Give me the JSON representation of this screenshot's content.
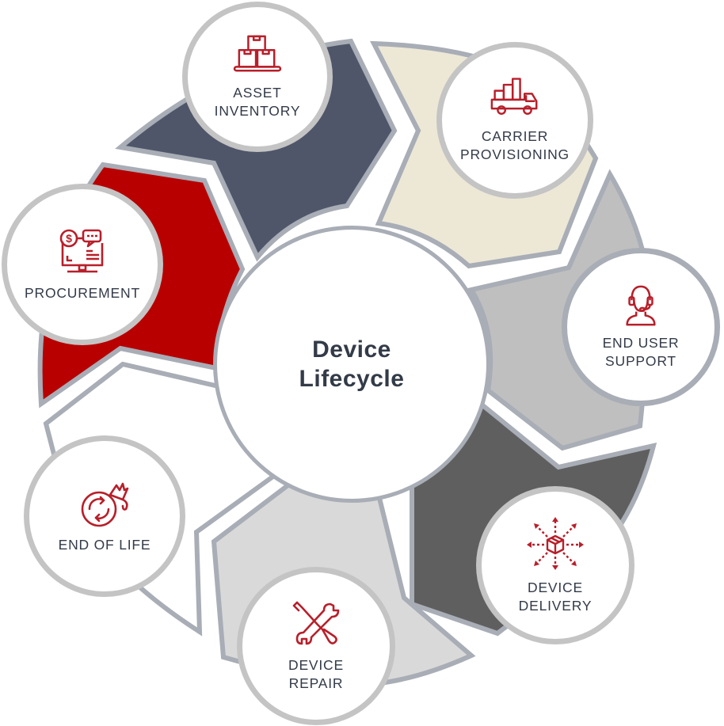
{
  "diagram": {
    "title_line1": "Device",
    "title_line2": "Lifecycle",
    "colors": {
      "accent_icon": "#b81f2a",
      "text": "#333b48",
      "segment_outline": "#a8adb6",
      "circle_border": "#c4c4c4"
    },
    "stages": [
      {
        "id": "asset-inventory",
        "line1": "ASSET",
        "line2": "INVENTORY",
        "icon": "stacked-boxes-icon",
        "segment_color": "#4f5669"
      },
      {
        "id": "carrier-provisioning",
        "line1": "CARRIER",
        "line2": "PROVISIONING",
        "icon": "delivery-truck-icon",
        "segment_color": "#ede8d6"
      },
      {
        "id": "end-user-support",
        "line1": "END USER",
        "line2": "SUPPORT",
        "icon": "headset-agent-icon",
        "segment_color": "#bfbfbf"
      },
      {
        "id": "device-delivery",
        "line1": "DEVICE",
        "line2": "DELIVERY",
        "icon": "box-distribution-icon",
        "segment_color": "#5f5f5f"
      },
      {
        "id": "device-repair",
        "line1": "DEVICE",
        "line2": "REPAIR",
        "icon": "wrench-screwdriver-icon",
        "segment_color": "#d9d9d9"
      },
      {
        "id": "end-of-life",
        "line1": "END OF LIFE",
        "line2": "",
        "icon": "recycle-bag-icon",
        "segment_color": "#ffffff"
      },
      {
        "id": "procurement",
        "line1": "PROCUREMENT",
        "line2": "",
        "icon": "computer-payment-icon",
        "segment_color": "#b80000"
      }
    ]
  }
}
